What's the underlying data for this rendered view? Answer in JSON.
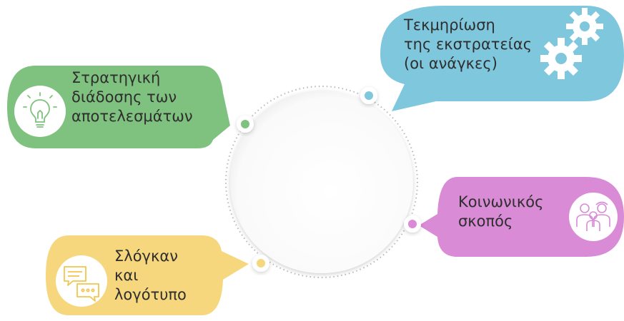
{
  "items": [
    {
      "id": "campaign-documentation",
      "lines": [
        "Τεκμηρίωση",
        "της εκστρατείας",
        "(οι ανάγκες)"
      ],
      "icon": "gears-icon",
      "color": "#7fc7dd"
    },
    {
      "id": "dissemination-strategy",
      "lines": [
        "Στρατηγική",
        "διάδοσης των",
        "αποτελεσμάτων"
      ],
      "icon": "lightbulb-icon",
      "color": "#7fc17f"
    },
    {
      "id": "social-purpose",
      "lines": [
        "Κοινωνικός",
        "σκοπός"
      ],
      "icon": "people-icon",
      "color": "#d98bd6"
    },
    {
      "id": "slogan-logo",
      "lines": [
        "Σλόγκαν",
        "και",
        "λογότυπο"
      ],
      "icon": "speech-bubbles-icon",
      "color": "#f6d77e"
    }
  ]
}
